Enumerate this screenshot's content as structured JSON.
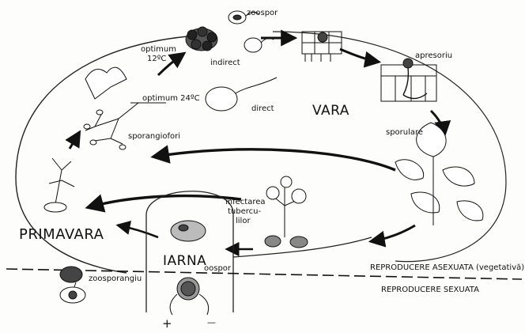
{
  "labels": {
    "zoospor": "zoospor",
    "optimum_12": "optimum",
    "temp_12": "12ºC",
    "indirect": "indirect",
    "apresoriu": "apresoriu",
    "optimum_24": "optimum 24ºC",
    "direct": "direct",
    "vara": "VARA",
    "sporangiofori": "sporangiofori",
    "sporulare": "sporulare",
    "primavara": "PRIMAVARA",
    "infectarea": "infectarea",
    "tuberculi": "tubercu-",
    "lilor": "lilor",
    "iarna": "IARNA",
    "oospor": "oospor",
    "zoosporangiu": "zoosporangiu",
    "reproducere_asexuata": "REPRODUCERE ASEXUATA (vegetativă)",
    "reproducere_sexuata": "REPRODUCERE SEXUATA",
    "plus": "+",
    "minus": "—"
  }
}
